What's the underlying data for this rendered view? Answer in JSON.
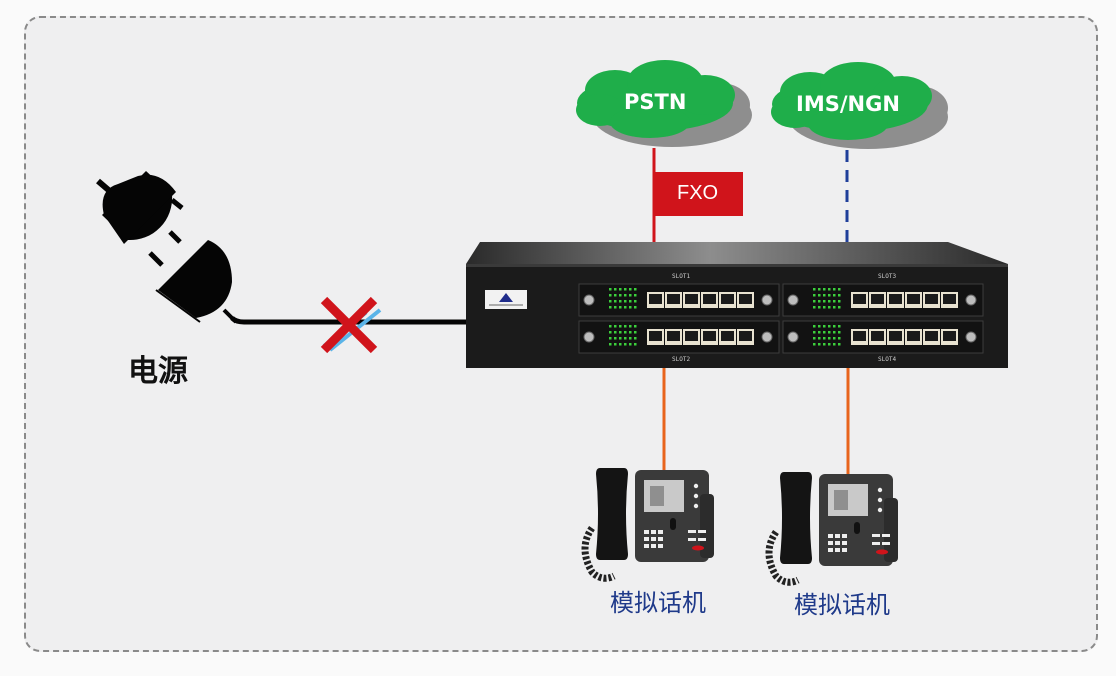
{
  "diagram": {
    "clouds": [
      {
        "label": "PSTN",
        "color": "#1fae4a"
      },
      {
        "label": "IMS/NGN",
        "color": "#1fae4a"
      }
    ],
    "fxo_flag": {
      "label": "FXO",
      "color": "#d0141b"
    },
    "power": {
      "label": "电源",
      "status": "disconnected"
    },
    "device": {
      "slots": [
        "SLOT1",
        "SLOT3",
        "SLOT2",
        "SLOT4"
      ],
      "ports_per_card": 6
    },
    "phones": [
      {
        "label": "模拟话机"
      },
      {
        "label": "模拟话机"
      }
    ],
    "links": {
      "pstn_link_color": "#d0141b",
      "ims_link_color": "#1f3f9a",
      "phone_link_color": "#e8641c"
    }
  }
}
